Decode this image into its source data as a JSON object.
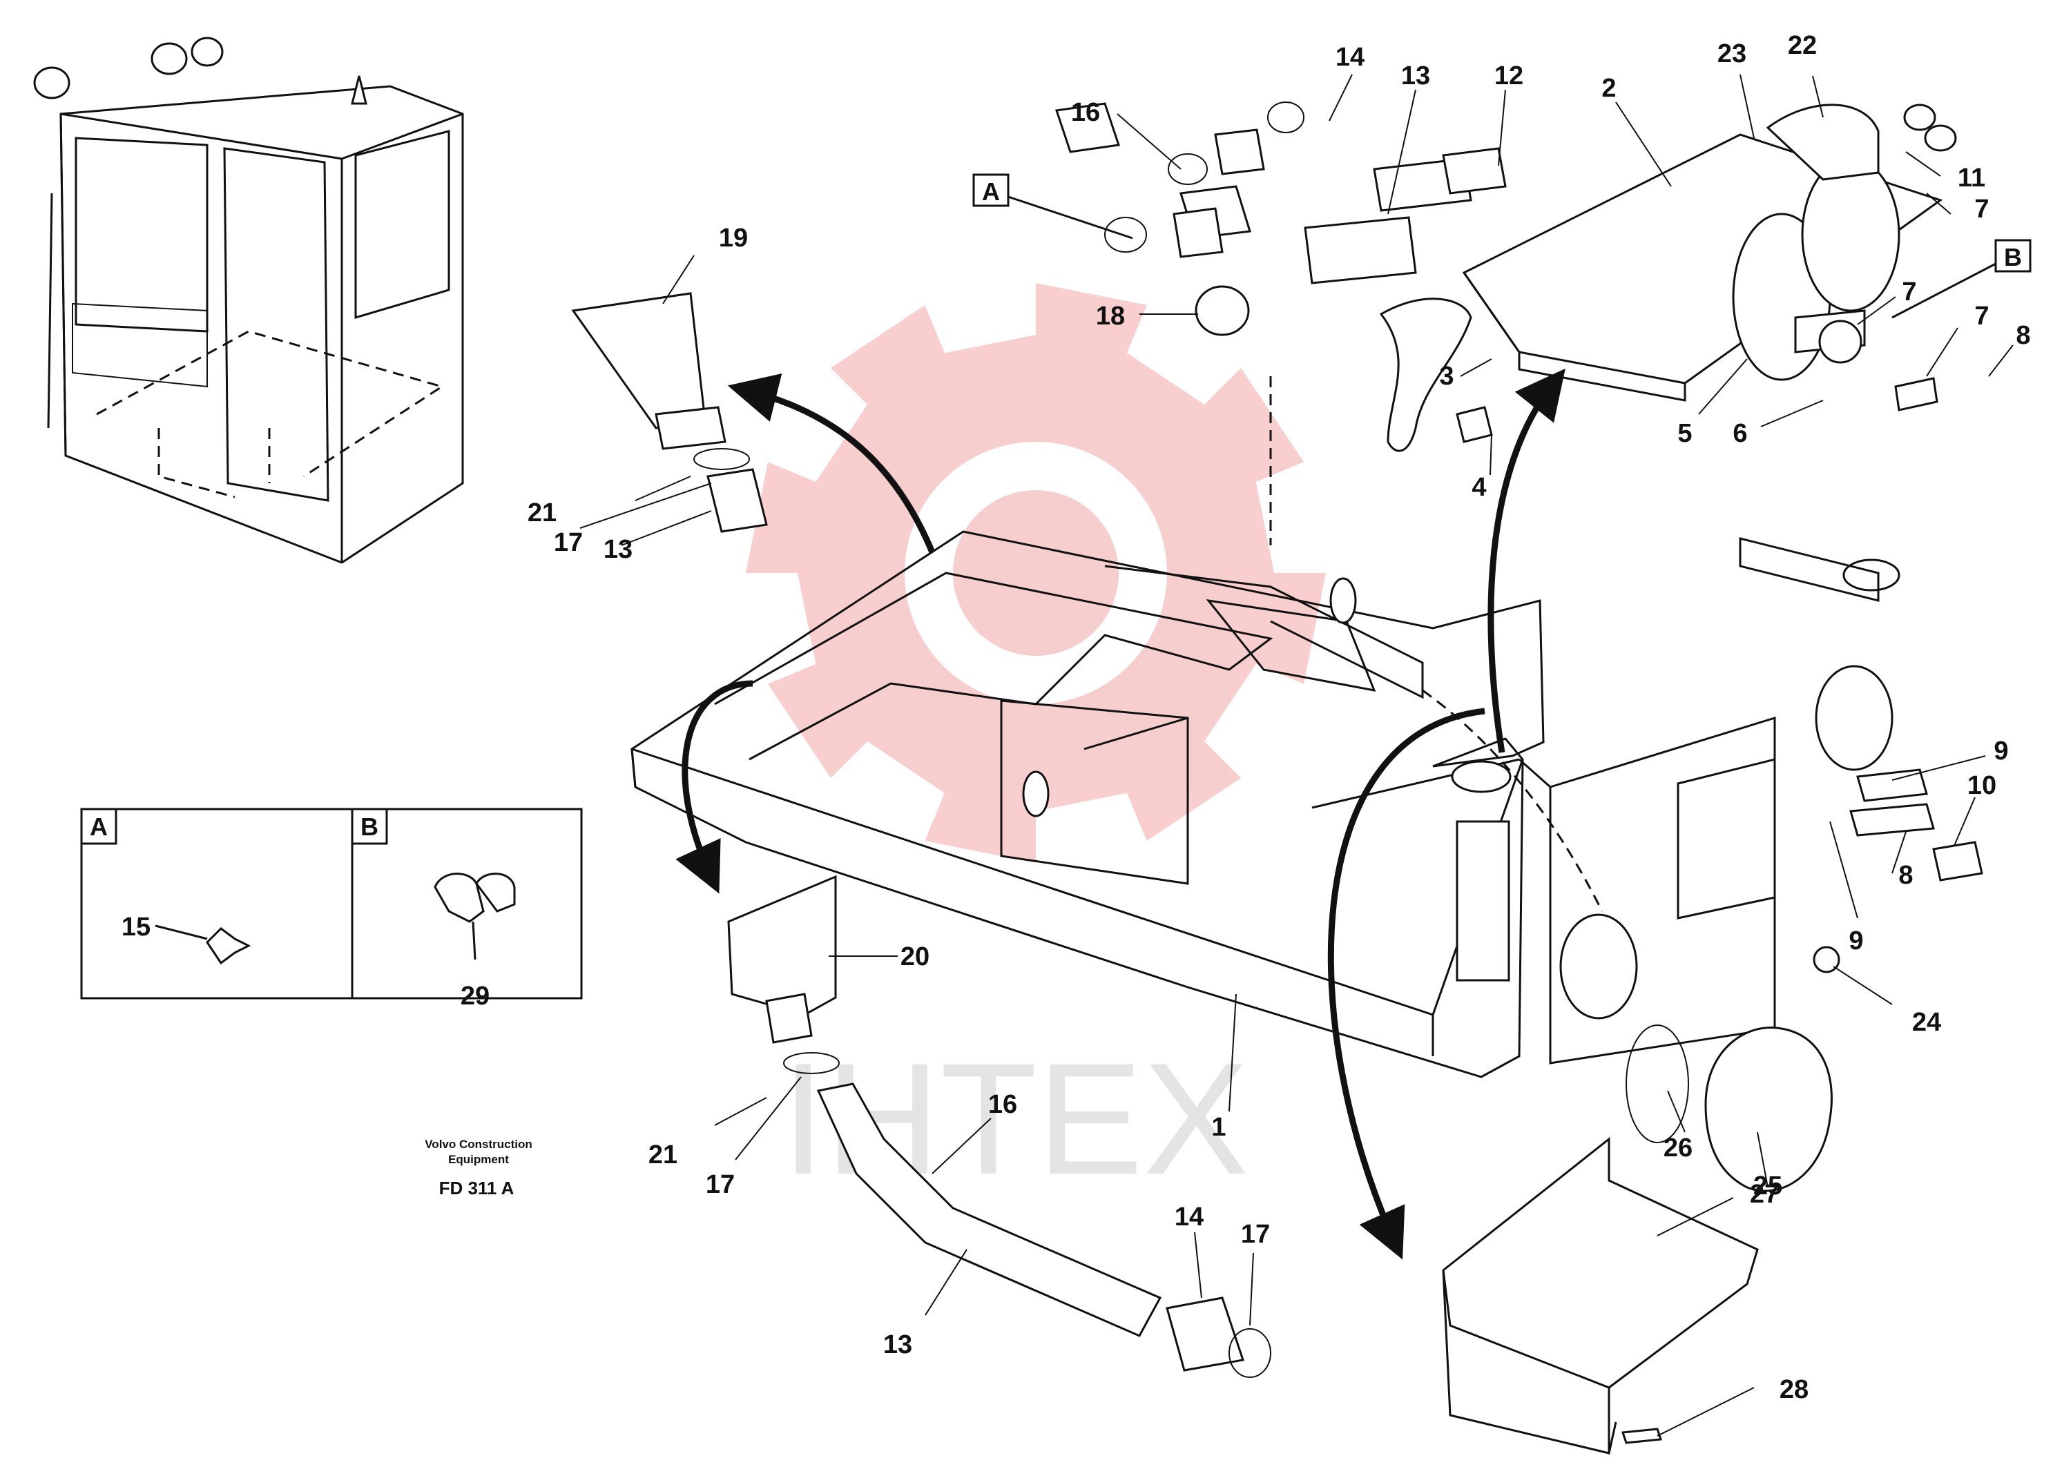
{
  "watermark": {
    "text": "ІНТЕХ",
    "gear_color": "#f7c9c9",
    "text_color": "#e4e4e4"
  },
  "detail_boxes": [
    {
      "label": "A",
      "part": "15"
    },
    {
      "label": "B",
      "part": "29"
    }
  ],
  "legend_markers": [
    "A",
    "B"
  ],
  "caption": {
    "line1": "Volvo Construction",
    "line2": "Equipment",
    "code": "FD 311 A"
  },
  "callouts": {
    "c1": "1",
    "c2": "2",
    "c3": "3",
    "c4": "4",
    "c5": "5",
    "c6": "6",
    "c7a": "7",
    "c7b": "7",
    "c7c": "7",
    "c8a": "8",
    "c8b": "8",
    "c9a": "9",
    "c9b": "9",
    "c10": "10",
    "c11": "11",
    "c12": "12",
    "c13a": "13",
    "c13b": "13",
    "c13c": "13",
    "c14a": "14",
    "c14b": "14",
    "c16a": "16",
    "c16b": "16",
    "c17a": "17",
    "c17b": "17",
    "c17c": "17",
    "c18": "18",
    "c19": "19",
    "c20": "20",
    "c21a": "21",
    "c21b": "21",
    "c22": "22",
    "c23": "23",
    "c24": "24",
    "c25": "25",
    "c26": "26",
    "c27": "27",
    "c28": "28"
  }
}
